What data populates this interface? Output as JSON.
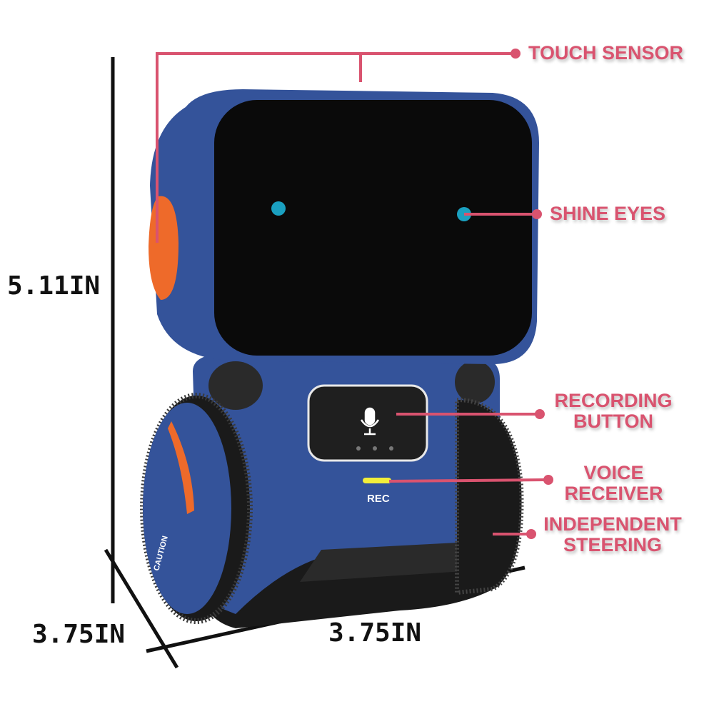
{
  "callouts": {
    "touch_sensor": "TOUCH SENSOR",
    "shine_eyes": "SHINE EYES",
    "recording_button": [
      "RECORDING",
      "BUTTON"
    ],
    "voice_receiver": [
      "VOICE",
      "RECEIVER"
    ],
    "independent_steering": [
      "INDEPENDENT",
      "STEERING"
    ]
  },
  "dimensions": {
    "height": "5.11IN",
    "depth": "3.75IN",
    "width": "3.75IN"
  },
  "robot": {
    "rec_label": "REC",
    "side_text": "CAUTION"
  },
  "colors": {
    "callout": "#d9536f",
    "body": "#34539a",
    "screen": "#0a0a0a",
    "accent": "#ee6a2a",
    "eyes": "#1aa0c0"
  }
}
